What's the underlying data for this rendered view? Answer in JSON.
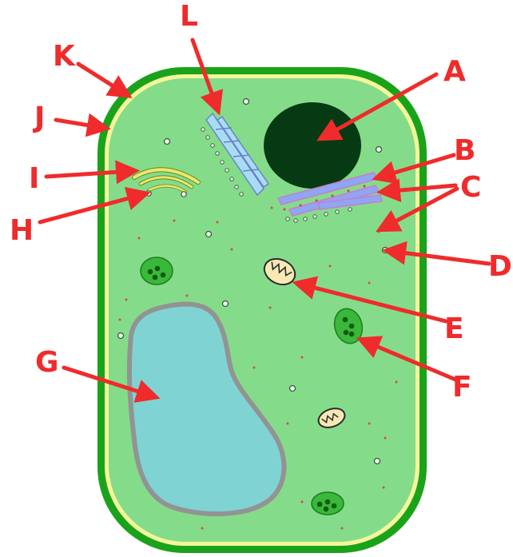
{
  "labels": {
    "A": "A",
    "B": "B",
    "C": "C",
    "D": "D",
    "E": "E",
    "F": "F",
    "G": "G",
    "H": "H",
    "I": "I",
    "J": "J",
    "K": "K",
    "L": "L"
  },
  "colors": {
    "cell_wall": "#1aa31a",
    "cell_membrane": "#f5f59a",
    "cytoplasm": "#84dc8a",
    "nucleus": "#063a12",
    "vacuole": "#7fd3d3",
    "vacuole_membrane": "#939393",
    "rough_er": "#8fa6f2",
    "rough_er_outline": "#c77dd0",
    "smooth_er": "#a6ddf5",
    "golgi": "#efe66a",
    "chloroplast": "#3ab83a",
    "mitochondrion": "#f8e8b4",
    "arrow": "#ef2b2b"
  },
  "icons": {
    "cell": "plant-cell",
    "pointers": "arrow"
  }
}
